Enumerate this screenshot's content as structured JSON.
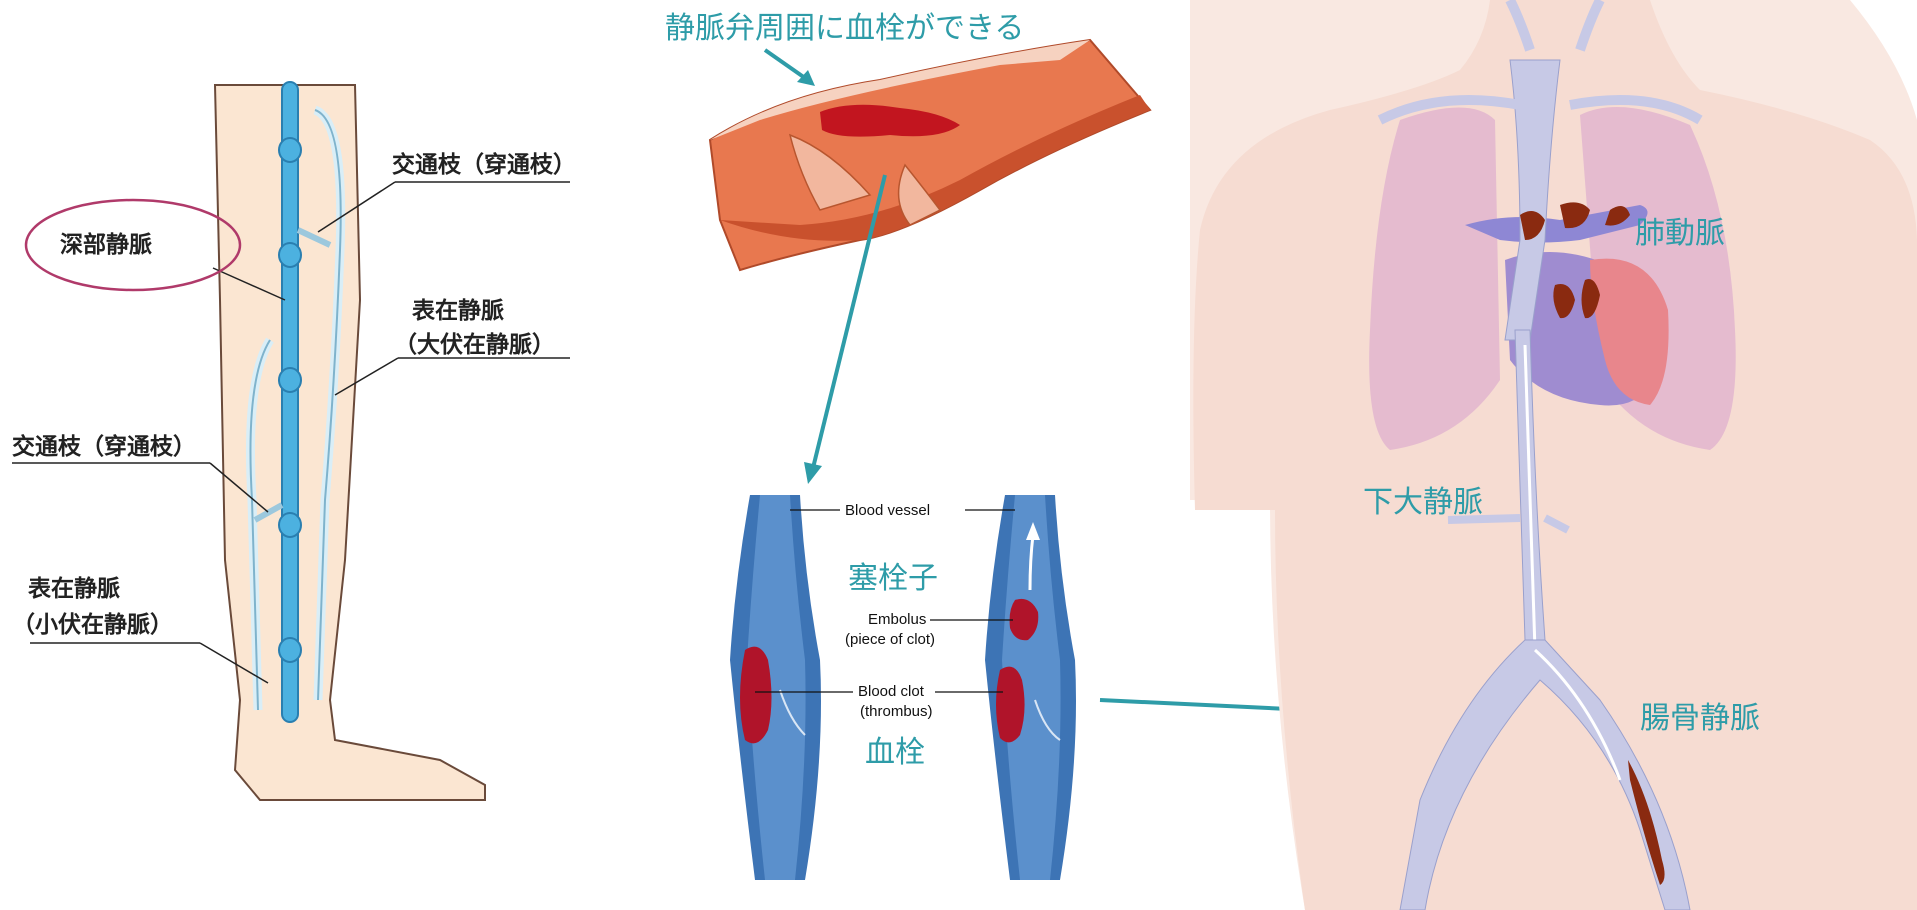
{
  "leg": {
    "perforator_upper": "交通枝（穿通枝）",
    "deep_vein": "深部静脈",
    "great_saphenous_1": "表在静脈",
    "great_saphenous_2": "（大伏在静脈）",
    "perforator_lower": "交通枝（穿通枝）",
    "small_saphenous_1": "表在静脈",
    "small_saphenous_2": "（小伏在静脈）"
  },
  "valve": {
    "caption": "静脈弁周囲に血栓ができる"
  },
  "vessel": {
    "blood_vessel": "Blood vessel",
    "embolus_jp": "塞栓子",
    "embolus_1": "Embolus",
    "embolus_2": "(piece of clot)",
    "clot_1": "Blood clot",
    "clot_2": "(thrombus)",
    "thrombus_jp": "血栓"
  },
  "body": {
    "pulmonary_artery": "肺動脈",
    "ivc": "下大静脈",
    "iliac_vein": "腸骨静脈"
  },
  "colors": {
    "teal": "#2e9ca8",
    "deep_vein_highlight": "#b03a6a",
    "clot": "#b0142a"
  }
}
